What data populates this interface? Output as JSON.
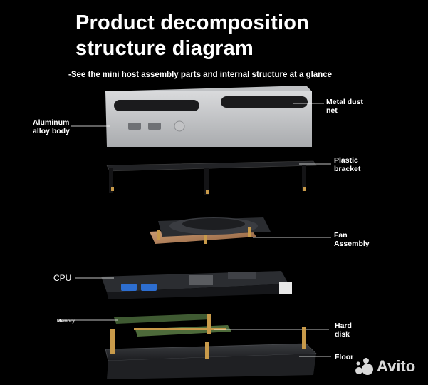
{
  "header": {
    "title_line1": "Product decomposition",
    "title_line2": "structure diagram",
    "subtitle": "-See the mini host assembly parts and internal structure at a glance"
  },
  "labels": {
    "aluminum_line1": "Aluminum",
    "aluminum_line2": "alloy body",
    "metal_dust_line1": "Metal dust",
    "metal_dust_line2": "net",
    "plastic_line1": "Plastic",
    "plastic_line2": "bracket",
    "fan_line1": "Fan",
    "fan_line2": "Assembly",
    "cpu": "CPU",
    "memory": "Memory",
    "hard_disk_line1": "Hard",
    "hard_disk_line2": "disk",
    "floor": "Floor"
  },
  "watermark": {
    "text": "Avito"
  },
  "colors": {
    "background": "#000000",
    "text": "#ffffff",
    "casing": "#cfd0d2",
    "pcb_dark": "#1a1c1f",
    "copper": "#b8845a",
    "ram_green": "#3f5a32",
    "brass": "#c89a4a"
  }
}
